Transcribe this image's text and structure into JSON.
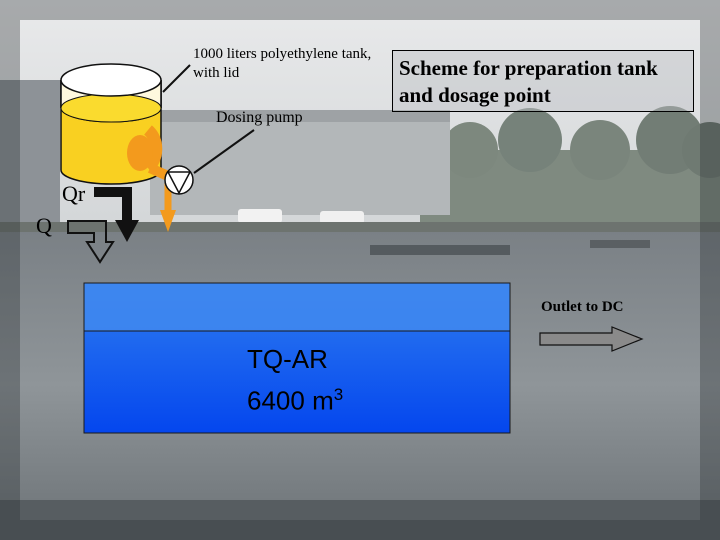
{
  "labels": {
    "tank": "1000 liters polyethylene tank, with lid",
    "pump": "Dosing pump",
    "title": "Scheme for preparation tank and dosage point",
    "recycle_flow": "Qr",
    "inflow": "Q",
    "outlet": "Outlet to DC",
    "basin_name": "TQ-AR",
    "basin_volume": "6400 m",
    "basin_volume_exponent": "3"
  },
  "colors": {
    "tank_liquid": "#f9d021",
    "chemical_flow": "#f39a1d",
    "basin_top": "#3f87ee",
    "basin_bottom": "#0446ee",
    "outlet_arrow": "#7f7f7f"
  },
  "icons": [
    "tank-lid-icon",
    "dosing-pump-icon",
    "recycle-arrow-icon",
    "inflow-arrow-icon",
    "outlet-arrow-icon"
  ]
}
